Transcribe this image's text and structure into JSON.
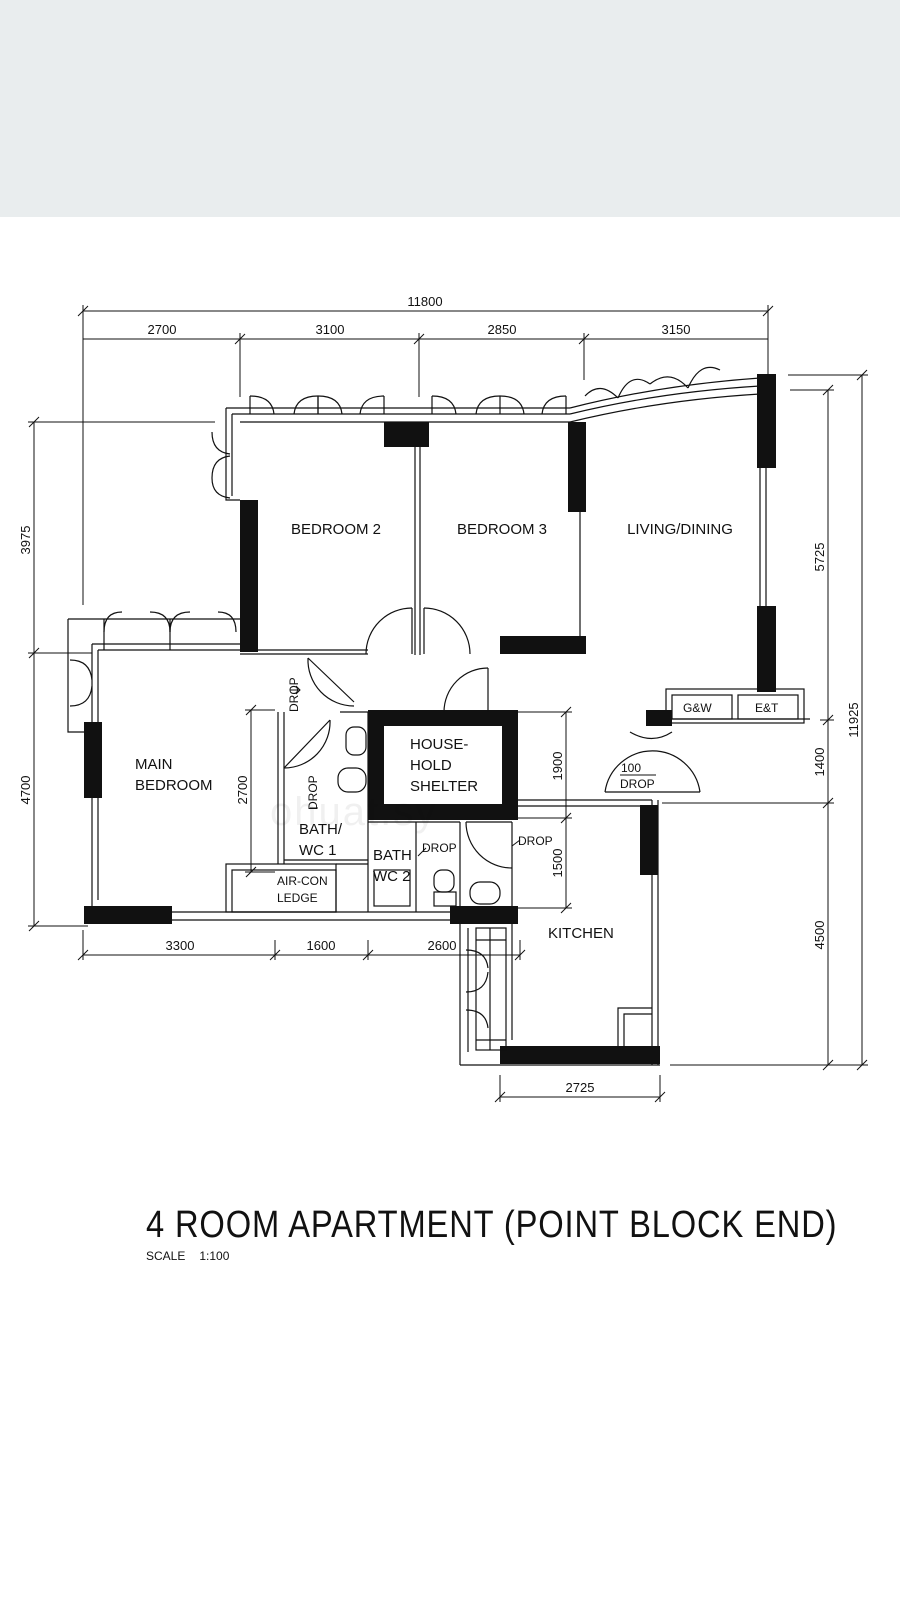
{
  "plan": {
    "dimensions": {
      "overall_width": "11800",
      "top": [
        "2700",
        "3100",
        "2850",
        "3150"
      ],
      "bottom": [
        "3300",
        "1600",
        "2600"
      ],
      "kitchen_width": "2725",
      "left": [
        "3975",
        "4700"
      ],
      "right_inner": [
        "5725",
        "1400",
        "4500"
      ],
      "right_overall": "11925",
      "wc_stack": [
        "2700"
      ],
      "shelter_stack": [
        "1900",
        "1500"
      ]
    },
    "rooms": {
      "bedroom2": "BEDROOM 2",
      "bedroom3": "BEDROOM 3",
      "living_dining": "LIVING/DINING",
      "main_bedroom_1": "MAIN",
      "main_bedroom_2": "BEDROOM",
      "shelter_1": "HOUSE-",
      "shelter_2": "HOLD",
      "shelter_3": "SHELTER",
      "bath1_1": "BATH/",
      "bath1_2": "WC  1",
      "bath2_1": "BATH",
      "bath2_2": "WC  2",
      "aircon_1": "AIR-CON",
      "aircon_2": "LEDGE",
      "kitchen": "KITCHEN",
      "gw": "G&W",
      "et": "E&T",
      "drop": "DROP",
      "drop100": "100"
    },
    "watermark": "ohuat.sy"
  },
  "title": "4 ROOM APARTMENT (POINT BLOCK END)",
  "scale_label": "SCALE",
  "scale_value": "1:100"
}
